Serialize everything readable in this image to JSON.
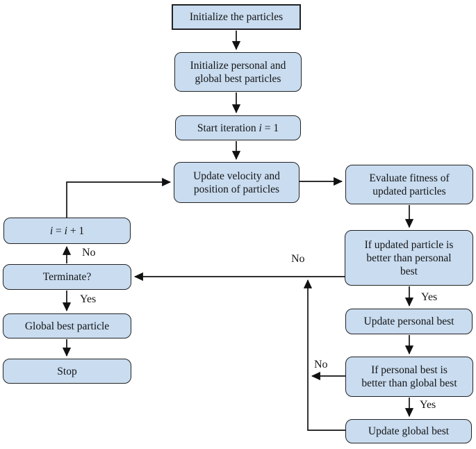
{
  "figure": {
    "type": "flowchart",
    "description": "Particle swarm optimization loop flowchart"
  },
  "colors": {
    "node_fill": "#c9dcf0",
    "node_border": "#222222",
    "arrow": "#111111",
    "background": "#ffffff"
  },
  "nodes": [
    {
      "id": "initialize-particles",
      "label": "Initialize the particles"
    },
    {
      "id": "initialize-best",
      "label": [
        "Initialize personal and",
        "global best particles"
      ]
    },
    {
      "id": "start-iteration",
      "pre": "Start iteration ",
      "var": "i",
      "post": " = 1"
    },
    {
      "id": "update-velocity",
      "label": [
        "Update velocity and",
        "position of particles"
      ]
    },
    {
      "id": "evaluate-fitness",
      "label": [
        "Evaluate fitness of",
        "updated particles"
      ]
    },
    {
      "id": "if-updated-better",
      "label": [
        "If updated particle is",
        "better than personal",
        "best"
      ]
    },
    {
      "id": "update-personal-best",
      "label": "Update personal best"
    },
    {
      "id": "if-personal-better",
      "label": [
        "If personal best is",
        "better than global best"
      ]
    },
    {
      "id": "update-global-best",
      "label": "Update global best"
    },
    {
      "id": "increment-iteration",
      "var1": "i",
      "mid": " = ",
      "var2": "i",
      "post": " + 1"
    },
    {
      "id": "terminate",
      "label": "Terminate?"
    },
    {
      "id": "global-best-particle",
      "label": "Global best particle"
    },
    {
      "id": "stop",
      "label": "Stop"
    }
  ],
  "edge_labels": {
    "terminate_no": "No",
    "terminate_yes": "Yes",
    "updated_no": "No",
    "updated_yes": "Yes",
    "personal_no": "No",
    "personal_yes": "Yes"
  }
}
